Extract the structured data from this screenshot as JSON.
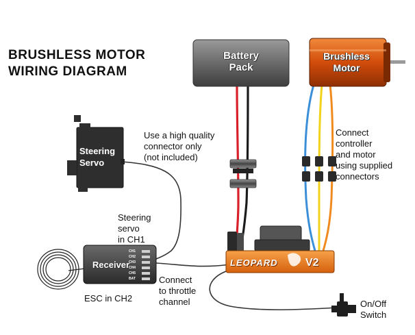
{
  "title": {
    "line1": "BRUSHLESS MOTOR",
    "line2": "WIRING DIAGRAM"
  },
  "components": {
    "battery": "Battery\nPack",
    "motor": "Brushless\nMotor",
    "servo": "Steering\nServo",
    "receiver": "Receiver",
    "esc_brand": "LEOPARD",
    "esc_version": "V2",
    "receiver_channels": [
      "CH1",
      "CH2",
      "CH3",
      "CH4",
      "CH5",
      "BAT"
    ]
  },
  "notes": {
    "connector": "Use a high quality\nconnector only\n(not included)",
    "motor_connect": "Connect\ncontroller\nand motor\nusing supplied\nconnectors",
    "steering": "Steering\nservo\nin CH1",
    "esc_channel": "ESC in CH2",
    "throttle": "Connect\nto throttle\nchannel",
    "switch": "On/Off\nSwitch"
  },
  "colors": {
    "battery_body": "#6f6f6f",
    "motor_body": "#e0560f",
    "esc_body": "#ee7a1a",
    "servo_body": "#2e2e2e",
    "receiver_body": "#444444",
    "wire_red": "#d8202a",
    "wire_black": "#1b1b1b",
    "wire_blue": "#3a8fd8",
    "wire_yellow": "#f2d21b",
    "wire_orange": "#f08a1e"
  }
}
